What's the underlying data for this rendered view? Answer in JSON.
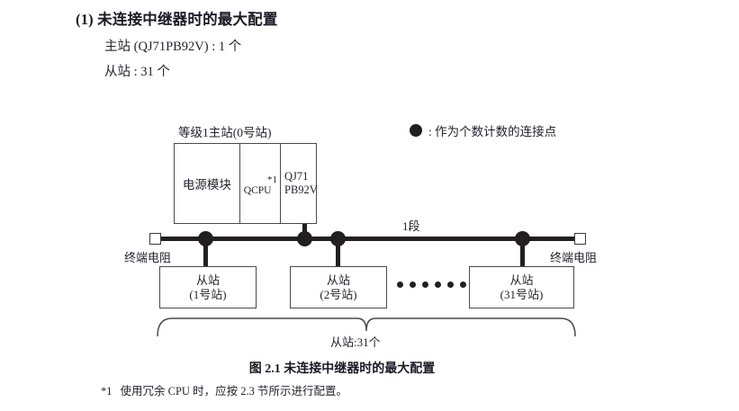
{
  "heading": {
    "title": "(1) 未连接中继器时的最大配置",
    "line_1": "主站 (QJ71PB92V) : 1 个",
    "line_2": "从站 : 31 个"
  },
  "legend": {
    "symbol": "filled-circle",
    "text": ": 作为个数计数的连接点"
  },
  "master_station": {
    "label": "等级1主站(0号站)",
    "cells": {
      "power_supply": "电源模块",
      "cpu": "QCPU",
      "cpu_note": "*1",
      "network_module_line1": "QJ71",
      "network_module_line2": "PB92V"
    }
  },
  "bus": {
    "segment_label": "1段",
    "terminator_left": "终端电阻",
    "terminator_right": "终端电阻",
    "connection_dot_count": 4
  },
  "slaves": [
    {
      "name": "从站",
      "station": "(1号站)"
    },
    {
      "name": "从站",
      "station": "(2号站)"
    },
    {
      "name": "从站",
      "station": "(31号站)"
    }
  ],
  "ellipsis_dot_count": 6,
  "brace": {
    "label": "从站:31个"
  },
  "figure": {
    "caption": "图 2.1  未连接中继器时的最大配置"
  },
  "footnote": {
    "mark": "*1",
    "text": "使用冗余 CPU 时，应按 2.3 节所示进行配置。"
  },
  "colors": {
    "ink": "#231f20",
    "line": "#4a4a4a",
    "background": "#ffffff"
  }
}
